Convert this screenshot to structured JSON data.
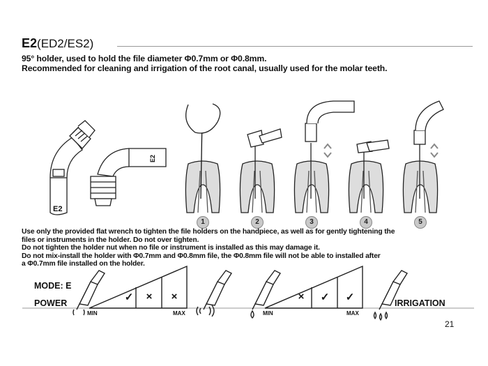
{
  "header": {
    "model": "E2",
    "variants": "(ED2/ES2)",
    "line1": "95° holder, used to hold the file diameter Φ0.7mm or Φ0.8mm.",
    "line2": "Recommended for cleaning and irrigation of the root canal, usually used for the molar teeth."
  },
  "holder_labels": {
    "left": "E2",
    "right": "E2"
  },
  "steps": [
    "1",
    "2",
    "3",
    "4",
    "5"
  ],
  "notes": [
    "Use only the provided flat wrench to tighten the file holders on the handpiece, as well as for gently tightening the",
    "files or instruments in the holder. Do not over tighten.",
    "Do not tighten the holder nut when no file or instrument is installed as this may damage it.",
    "Do not mix-install the holder with Φ0.7mm and Φ0.8mm file, the Φ0.8mm file will not be able to installed after",
    "a Φ0.7mm file installed on the holder."
  ],
  "mode": {
    "mode_label": "MODE: E",
    "power_label": "POWER",
    "irrigation_label": "IRRIGATION",
    "power_scale": {
      "min": "MIN",
      "max": "MAX",
      "marks": [
        "✓",
        "×",
        "×"
      ]
    },
    "irrigation_scale": {
      "min": "MIN",
      "max": "MAX",
      "marks": [
        "×",
        "✓",
        "✓"
      ]
    }
  },
  "page_number": "21"
}
